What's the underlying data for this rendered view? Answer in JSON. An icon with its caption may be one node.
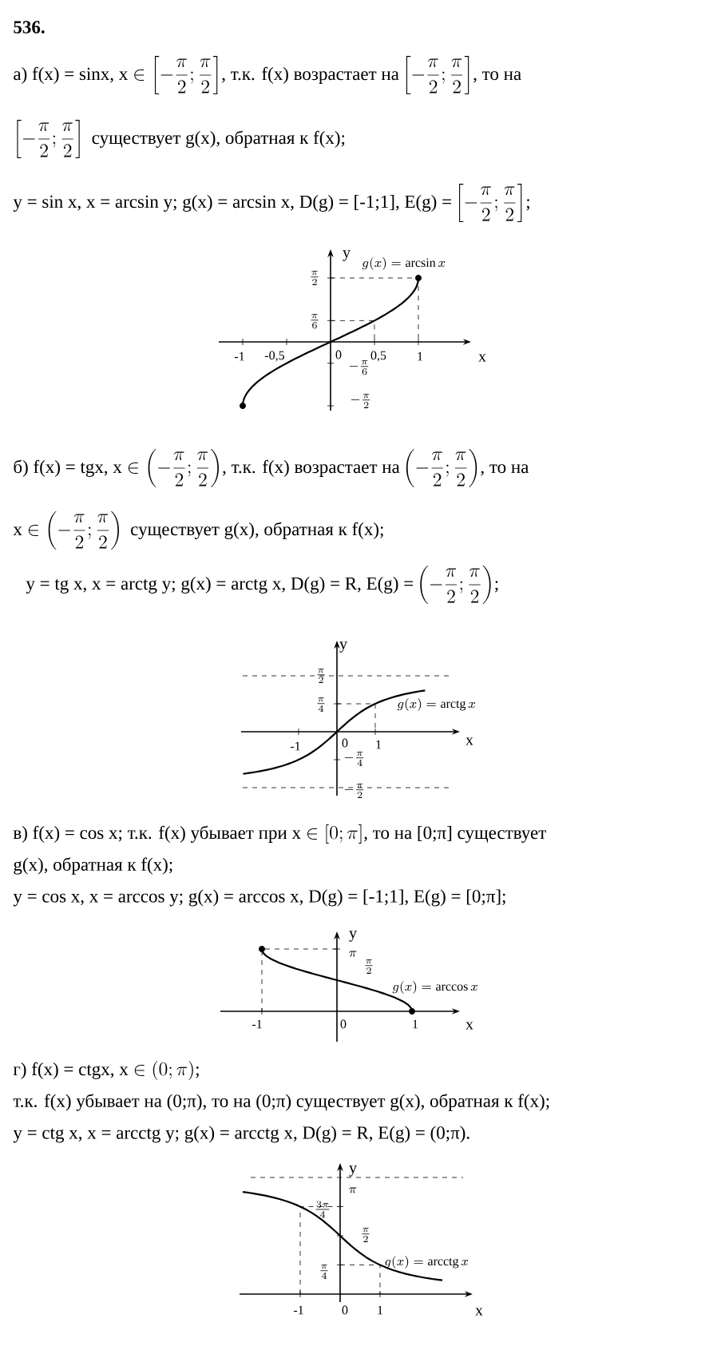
{
  "diagram": {
    "labels": [
      "536.",
      "а) f(x) = sinx, x",
      "\\in\\left[-\\frac{\\pi}{2};\\frac{\\pi}{2}\\right]",
      ", т.к. f(x) возрастает на",
      "\\left[-\\frac{\\pi}{2};\\frac{\\pi}{2}\\right]",
      ", то на",
      "\\left[-\\frac{\\pi}{2};\\frac{\\pi}{2}\\right]",
      "существует g(x), обратная к f(x);",
      "y = sin x, x = arcsin y; g(x) = arcsin x, D(g) = [-1;1], E(g) =",
      "\\left[-\\frac{\\pi}{2};\\frac{\\pi}{2}\\right]",
      ";",
      "y",
      "g(x)=\\arcsin x",
      "\\frac{\\pi}{2}",
      "\\frac{\\pi}{6}",
      "0",
      "-\\frac{\\pi}{6}",
      "-\\frac{\\pi}{2}",
      "-1",
      "-0,5",
      "0,5",
      "1",
      "x",
      "б) f(x) = tgx, x",
      "\\in\\left(-\\frac{\\pi}{2};\\frac{\\pi}{2}\\right)",
      ", т.к. f(x) возрастает на",
      "\\left(-\\frac{\\pi}{2};\\frac{\\pi}{2}\\right)",
      ", то на",
      "x",
      "\\in\\left(-\\frac{\\pi}{2};\\frac{\\pi}{2}\\right)",
      "существует g(x), обратная к f(x);",
      "y = tg x, x = arctg y; g(x) = arctg x, D(g) = R, E(g) =",
      "\\left(-\\frac{\\pi}{2};\\frac{\\pi}{2}\\right)",
      ";",
      "y",
      "\\frac{\\pi}{2}",
      "\\frac{\\pi}{4}",
      "g(x)=\\mathrm{arctg}\\,x",
      "-1",
      "0",
      "1",
      "x",
      "-\\frac{\\pi}{4}",
      "-\\frac{\\pi}{2}",
      "в) f(x) = cos x; т.к. f(x) убывает при x",
      "\\in[0;\\pi]",
      ", то на [0;π] существует",
      "g(x), обратная к f(x);",
      "y = cos x, x = arccos y; g(x) = arccos x, D(g) = [-1;1], E(g) = [0;π];",
      "y",
      "\\pi",
      "\\frac{\\pi}{2}",
      "g(x)=\\arccos x",
      "-1",
      "0",
      "1",
      "x",
      "г) f(x) = ctgx, x",
      "\\in(0;\\pi)",
      ";",
      "т.к. f(x) убывает на (0;π), то на (0;π) существует g(x), обратная к f(x);",
      "y = ctg x, x = arcctg y; g(x) = arcctg x, D(g) = R, E(g) = (0;π).",
      "y",
      "\\pi",
      "\\frac{3\\pi}{4}",
      "\\frac{\\pi}{2}",
      "\\frac{\\pi}{4}",
      "g(x)=\\mathrm{arcctg}\\,x",
      "-1",
      "0",
      "1",
      "x"
    ]
  }
}
